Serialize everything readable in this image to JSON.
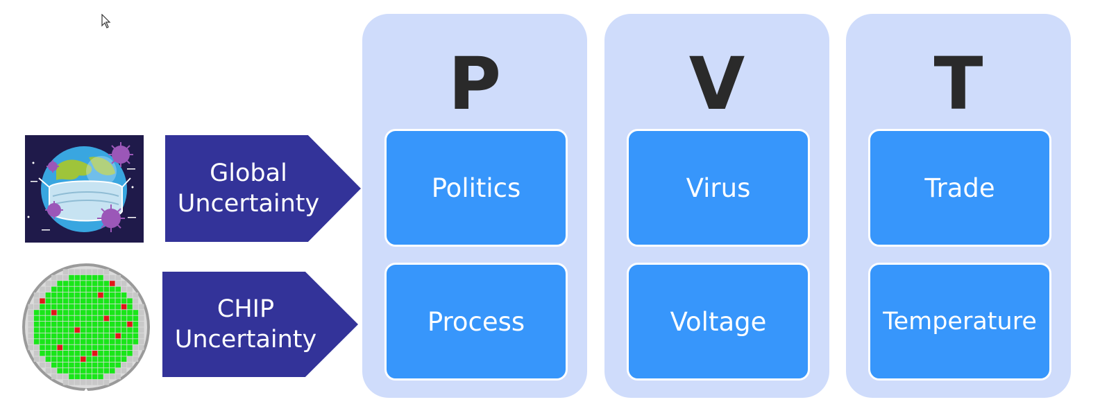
{
  "arrows": {
    "global": {
      "line1": "Global",
      "line2": "Uncertainty"
    },
    "chip": {
      "line1": "CHIP",
      "line2": "Uncertainty"
    }
  },
  "columns": [
    {
      "letter": "P",
      "top": "Politics",
      "bottom": "Process"
    },
    {
      "letter": "V",
      "top": "Virus",
      "bottom": "Voltage"
    },
    {
      "letter": "T",
      "top": "Trade",
      "bottom": "Temperature"
    }
  ],
  "colors": {
    "column_bg": "#cfdcfb",
    "box_blue": "#3796fb",
    "arrow_navy": "#333399",
    "letter_dark": "#2a2a2a"
  },
  "icons": [
    "mouse-cursor-icon",
    "globe-with-mask-icon",
    "silicon-wafer-icon"
  ]
}
